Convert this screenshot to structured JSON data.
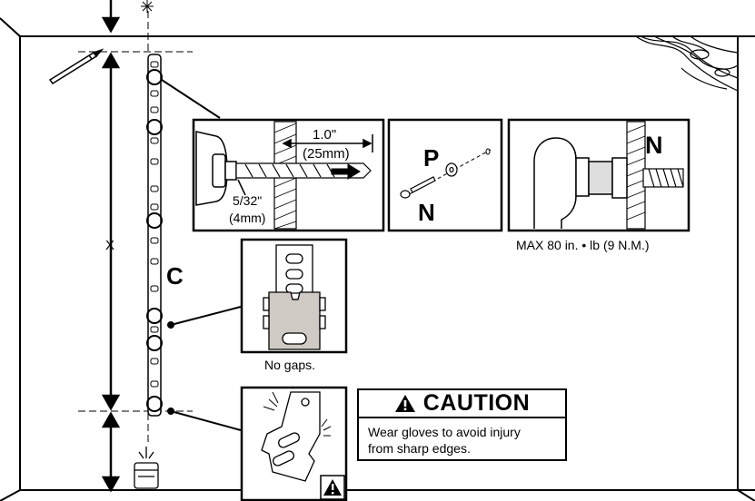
{
  "labels": {
    "label_x": "X",
    "label_c": "C",
    "drill_depth_in": "1.0\"",
    "drill_depth_mm": "(25mm)",
    "drill_bit_in": "5/32\"",
    "drill_bit_mm": "(4mm)",
    "label_p": "P",
    "label_n_small": "N",
    "label_n_large": "N",
    "torque_spec": "MAX 80 in. • lb (9 N.M.)",
    "no_gaps": "No gaps."
  },
  "caution": {
    "title": "CAUTION",
    "line1": "Wear gloves to avoid injury",
    "line2": "from sharp edges."
  }
}
